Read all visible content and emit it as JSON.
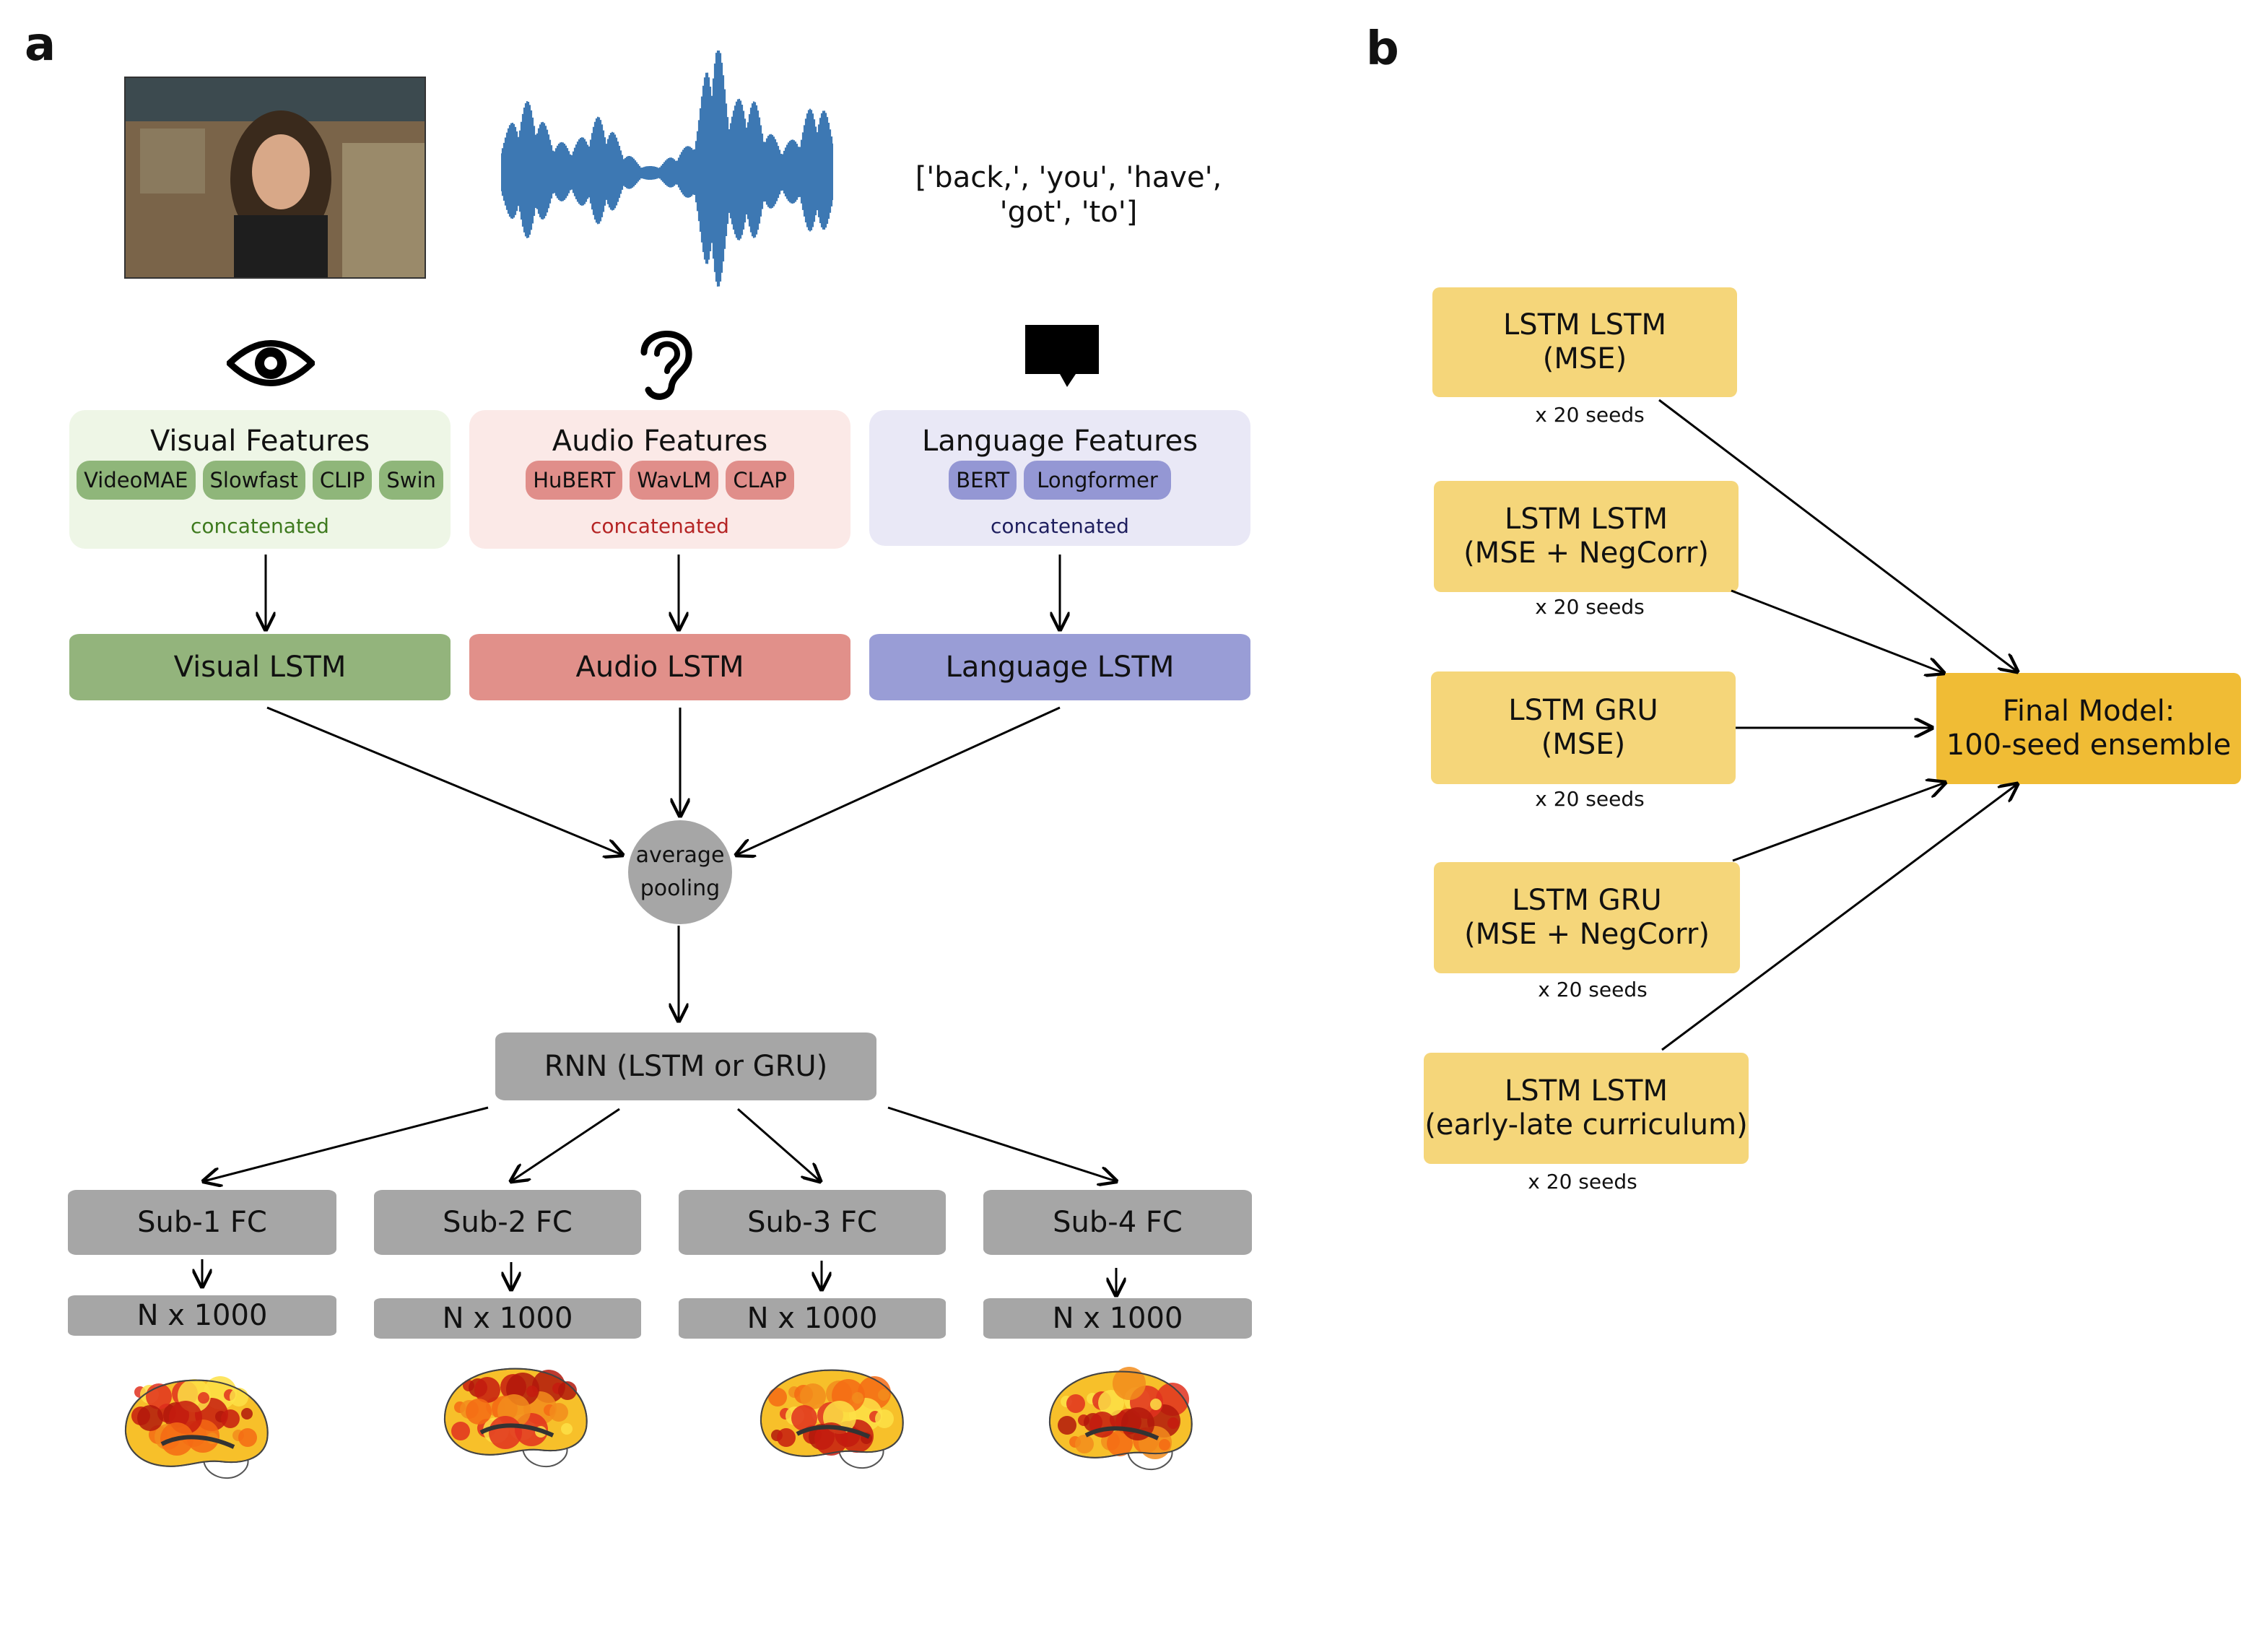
{
  "panel_a": {
    "letter": "a",
    "words_text_line1": "['back,', 'you', 'have',",
    "words_text_line2": "'got', 'to']",
    "visual": {
      "title": "Visual Features",
      "chips": [
        "VideoMAE",
        "Slowfast",
        "CLIP",
        "Swin"
      ],
      "concat": "concatenated",
      "lstm": "Visual LSTM",
      "box_color": "#eef6e6",
      "chip_color": "#8fb67a",
      "concat_color": "#3e7a1e",
      "lstm_color": "#93b47c"
    },
    "audio": {
      "title": "Audio Features",
      "chips": [
        "HuBERT",
        "WavLM",
        "CLAP"
      ],
      "concat": "concatenated",
      "lstm": "Audio LSTM",
      "box_color": "#fbe9e7",
      "chip_color": "#e08e8a",
      "concat_color": "#b52424",
      "lstm_color": "#e1908a"
    },
    "language": {
      "title": "Language Features",
      "chips": [
        "BERT",
        "Longformer"
      ],
      "concat": "concatenated",
      "lstm": "Language LSTM",
      "box_color": "#e9e8f6",
      "chip_color": "#9497d4",
      "concat_color": "#1e1e5e",
      "lstm_color": "#999dd6"
    },
    "pooling_line1": "average",
    "pooling_line2": "pooling",
    "rnn": "RNN  (LSTM or GRU)",
    "subjects": [
      "Sub-1 FC",
      "Sub-2 FC",
      "Sub-3 FC",
      "Sub-4 FC"
    ],
    "outputs": [
      "N x 1000",
      "N x 1000",
      "N x 1000",
      "N x 1000"
    ],
    "icons": [
      "eye-icon",
      "ear-icon",
      "speech-bubble-icon",
      "waveform-icon",
      "video-frame",
      "brain-map"
    ]
  },
  "panel_b": {
    "letter": "b",
    "models": [
      {
        "line1": "LSTM LSTM",
        "line2": "(MSE)",
        "seeds": "x 20 seeds"
      },
      {
        "line1": "LSTM LSTM",
        "line2": "(MSE + NegCorr)",
        "seeds": "x 20 seeds"
      },
      {
        "line1": "LSTM GRU",
        "line2": "(MSE)",
        "seeds": "x 20 seeds"
      },
      {
        "line1": "LSTM GRU",
        "line2": "(MSE + NegCorr)",
        "seeds": "x 20 seeds"
      },
      {
        "line1": "LSTM LSTM",
        "line2": "(early-late curriculum)",
        "seeds": "x 20 seeds"
      }
    ],
    "final_line1": "Final Model:",
    "final_line2": "100-seed ensemble",
    "model_color": "#f5d67a",
    "final_color": "#f0bc35"
  }
}
